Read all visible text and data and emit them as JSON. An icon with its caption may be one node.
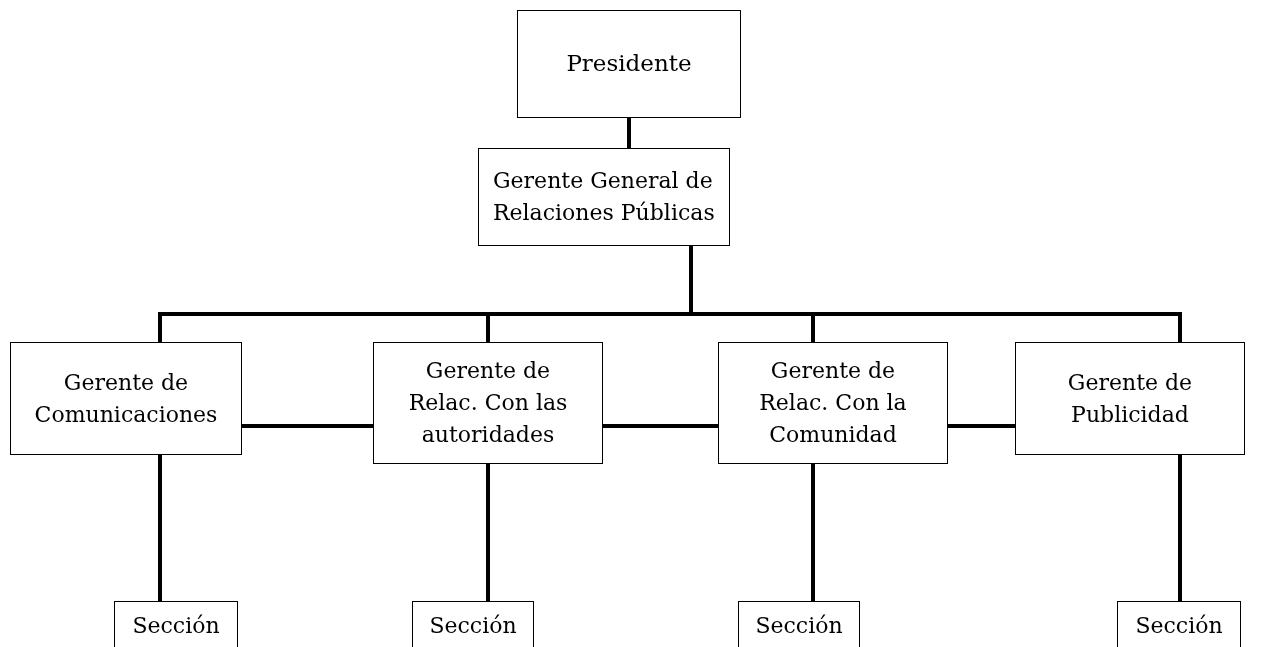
{
  "diagram": {
    "nodes": [
      {
        "text": [
          "Presidente"
        ]
      },
      {
        "text": [
          "Gerente General de Relaciones Públicas"
        ]
      },
      {
        "text": [
          "Gerente de Comunicaciones"
        ]
      },
      {
        "text": [
          "Gerente de Relac. Con las autoridades"
        ]
      },
      {
        "text": [
          "Gerente de Relac. Con la Comunidad"
        ]
      },
      {
        "text": [
          "Gerente de Publicidad"
        ]
      },
      {
        "text": [
          "Sección"
        ]
      },
      {
        "text": [
          "Sección"
        ]
      },
      {
        "text": [
          "Sección"
        ]
      },
      {
        "text": [
          "Sección"
        ]
      }
    ],
    "edges": [
      {
        "from": 0,
        "to": 1,
        "arrow": "none"
      },
      {
        "from": 1,
        "to": 2,
        "arrow": "none"
      },
      {
        "from": 1,
        "to": 3,
        "arrow": "none"
      },
      {
        "from": 1,
        "to": 4,
        "arrow": "none"
      },
      {
        "from": 1,
        "to": 5,
        "arrow": "none"
      },
      {
        "from": 2,
        "to": 3,
        "arrow": "none"
      },
      {
        "from": 3,
        "to": 4,
        "arrow": "none"
      },
      {
        "from": 4,
        "to": 5,
        "arrow": "none"
      },
      {
        "from": 2,
        "to": 6,
        "arrow": "none"
      },
      {
        "from": 3,
        "to": 7,
        "arrow": "none"
      },
      {
        "from": 4,
        "to": 8,
        "arrow": "none"
      },
      {
        "from": 5,
        "to": 9,
        "arrow": "none"
      }
    ]
  }
}
